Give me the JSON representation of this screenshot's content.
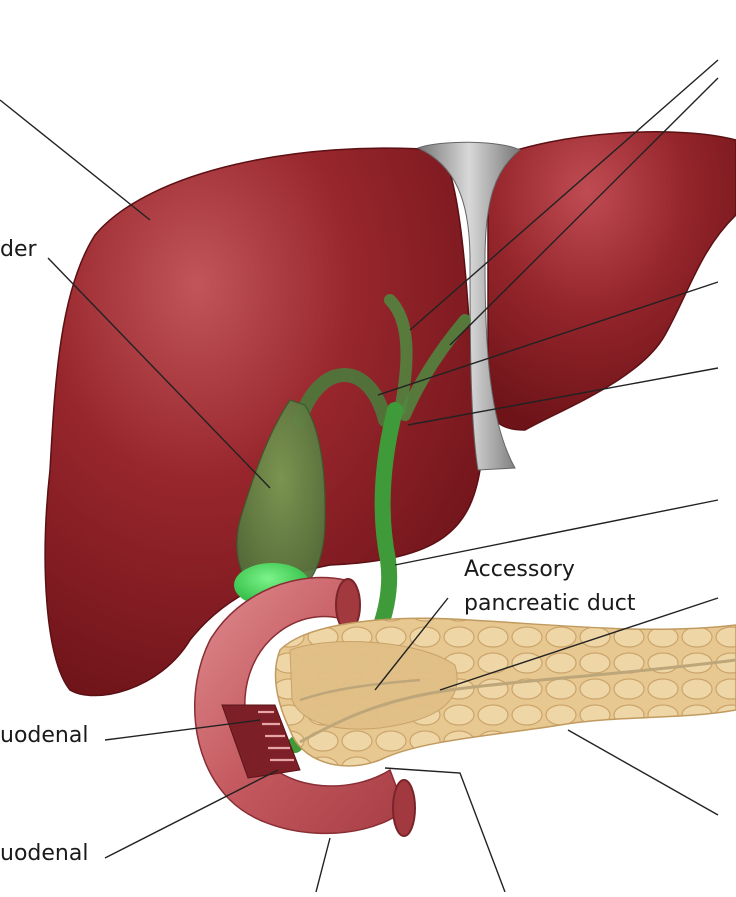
{
  "labels": {
    "gallbladder": "der",
    "accessory_line1": "Accessory",
    "accessory_line2": "pancreatic duct",
    "duodenal_1": "uodenal",
    "duodenal_2": "uodenal"
  },
  "colors": {
    "liver": "#8e1f25",
    "liver_highlight": "#b8484c",
    "ligament": "#9a9a9a",
    "bile_duct": "#3f9a3a",
    "gallbladder_fundus": "#33d14a",
    "duodenum": "#c9666b",
    "pancreas": "#e6c48a",
    "leader_line": "#222222"
  }
}
